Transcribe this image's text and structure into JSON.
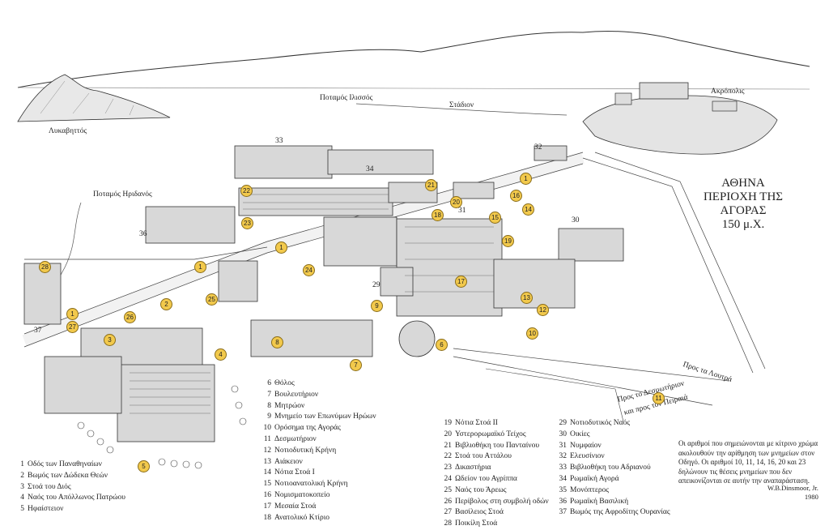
{
  "title": {
    "line1": "ΑΘΗΝΑ",
    "line2": "ΠΕΡΙΟΧΗ ΤΗΣ ΑΓΟΡΑΣ",
    "line3": "150 μ.Χ."
  },
  "places": {
    "lykavittos": "Λυκαβηττός",
    "ilissos": "Ποταμός Ιλισσός",
    "stadion": "Στάδιον",
    "akropolis": "Ακρόπολις",
    "eridanos": "Ποταμός Ηριδανός",
    "loutra": "Προς τα Λουτρά",
    "desmotirion_line1": "Προς το Δεσμωτήριον",
    "desmotirion_line2": "και προς τον Πειραιά"
  },
  "map_numbers": [
    "33",
    "34",
    "32",
    "30",
    "36",
    "31",
    "29",
    "28",
    "37"
  ],
  "badges": [
    "1",
    "1",
    "1",
    "1",
    "2",
    "3",
    "4",
    "5",
    "6",
    "7",
    "8",
    "9",
    "10",
    "11",
    "12",
    "13",
    "14",
    "15",
    "16",
    "17",
    "18",
    "19",
    "20",
    "21",
    "22",
    "23",
    "24",
    "25",
    "26",
    "27",
    "28"
  ],
  "legend_col1": [
    {
      "n": "1",
      "t": "Οδός των Παναθηναίων"
    },
    {
      "n": "2",
      "t": "Βωμός των Δώδεκα Θεών"
    },
    {
      "n": "3",
      "t": "Στοά του Διός"
    },
    {
      "n": "4",
      "t": "Ναός του Απόλλωνος Πατρώου"
    },
    {
      "n": "5",
      "t": "Ηφαίστειον"
    }
  ],
  "legend_col2": [
    {
      "n": "6",
      "t": "Θόλος"
    },
    {
      "n": "7",
      "t": "Βουλευτήριον"
    },
    {
      "n": "8",
      "t": "Μητρώον"
    },
    {
      "n": "9",
      "t": "Μνημείο των Επωνύμων Ηρώων"
    },
    {
      "n": "10",
      "t": "Ορόσημα της Αγοράς"
    },
    {
      "n": "11",
      "t": "Δεσμωτήριον"
    },
    {
      "n": "12",
      "t": "Νοτιοδυτική Κρήνη"
    },
    {
      "n": "13",
      "t": "Αιάκειον"
    },
    {
      "n": "14",
      "t": "Νότια Στοά Ι"
    },
    {
      "n": "15",
      "t": "Νοτιοανατολική Κρήνη"
    },
    {
      "n": "16",
      "t": "Νομισματοκοπείο"
    },
    {
      "n": "17",
      "t": "Μεσαία Στοά"
    },
    {
      "n": "18",
      "t": "Ανατολικό Κτίριο"
    }
  ],
  "legend_col3": [
    {
      "n": "19",
      "t": "Νότια Στοά ΙΙ"
    },
    {
      "n": "20",
      "t": "Υστερορωμαϊκό Τείχος"
    },
    {
      "n": "21",
      "t": "Βιβλιοθήκη του Πανταίνου"
    },
    {
      "n": "22",
      "t": "Στοά του Αττάλου"
    },
    {
      "n": "23",
      "t": "Δικαστήρια"
    },
    {
      "n": "24",
      "t": "Ωδείον του Αγρίππα"
    },
    {
      "n": "25",
      "t": "Ναός του Άρεως"
    },
    {
      "n": "26",
      "t": "Περίβολος στη συμβολή οδών"
    },
    {
      "n": "27",
      "t": "Βασίλειος Στοά"
    },
    {
      "n": "28",
      "t": "Ποικίλη Στοά"
    }
  ],
  "legend_col4": [
    {
      "n": "29",
      "t": "Νοτιοδυτικός Ναός"
    },
    {
      "n": "30",
      "t": "Οικίες"
    },
    {
      "n": "31",
      "t": "Νυμφαίον"
    },
    {
      "n": "32",
      "t": "Ελευσίνιον"
    },
    {
      "n": "33",
      "t": "Βιβλιοθήκη του Αδριανού"
    },
    {
      "n": "34",
      "t": "Ρωμαϊκή Αγορά"
    },
    {
      "n": "35",
      "t": "Μονόπτερος"
    },
    {
      "n": "36",
      "t": "Ρωμαϊκή Βασιλική"
    },
    {
      "n": "37",
      "t": "Βωμός της Αφροδίτης Ουρανίας"
    }
  ],
  "note": "Οι αριθμοί που σημειώνονται με κίτρινο χρώμα ακολουθούν την αρίθμηση των μνημείων στον Οδηγό. Οι αριθμοί 10, 11, 14, 16, 20 και 23 δηλώνουν τις θέσεις μνημείων που δεν απεικονίζονται σε αυτήν την αναπαράσταση.",
  "credit_line1": "W.B.Dinsmoor, Jr.",
  "credit_line2": "1980",
  "colors": {
    "badge": "#f2c94c",
    "ink": "#222222"
  }
}
